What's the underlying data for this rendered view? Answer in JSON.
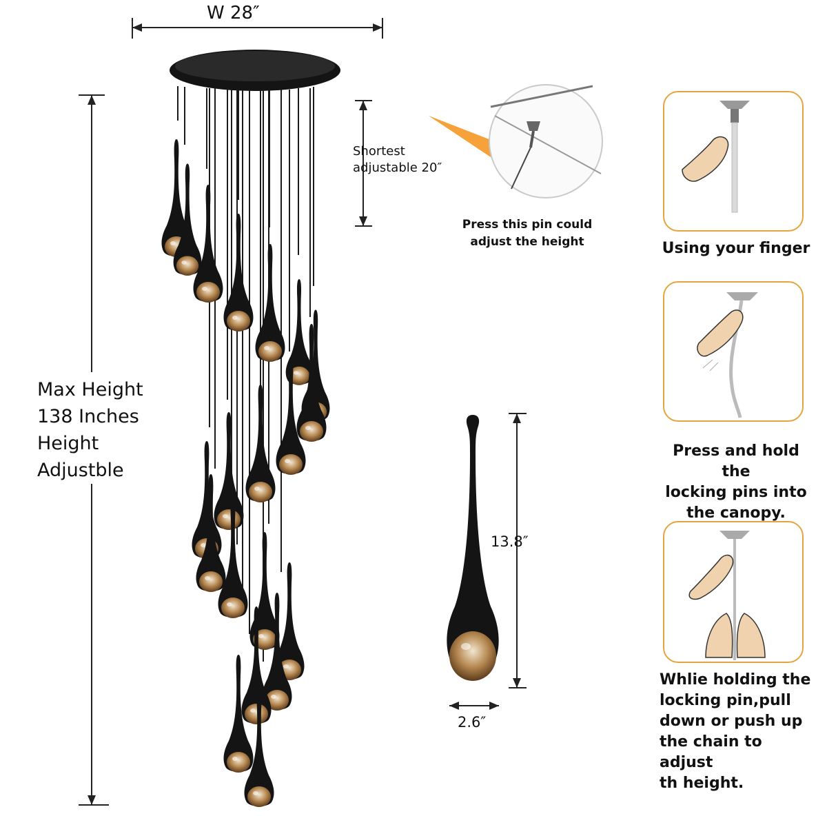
{
  "dimensions": {
    "width_label": "W 28″",
    "max_height_label": "Max Height\n138 Inches\n  Height\nAdjustble",
    "shortest_label": "Shortest\nadjustable 20″",
    "pendant_height_label": "13.8″",
    "pendant_diameter_label": "2.6″"
  },
  "callout": {
    "pin_caption": "Press this pin could\nadjust the height"
  },
  "steps": [
    {
      "caption": "Using your finger"
    },
    {
      "caption": "Press and hold the\nlocking pins into\n  the canopy."
    },
    {
      "caption": "Whlie holding the\nlocking pin,pull\ndown or push up\nthe chain to adjust\nth height."
    }
  ],
  "colors": {
    "fixture_black": "#141414",
    "amber_glass": "#a0713a",
    "panel_border": "#e5a43e",
    "callout_orange": "#f6a13a",
    "skin": "#f1d2ae"
  }
}
